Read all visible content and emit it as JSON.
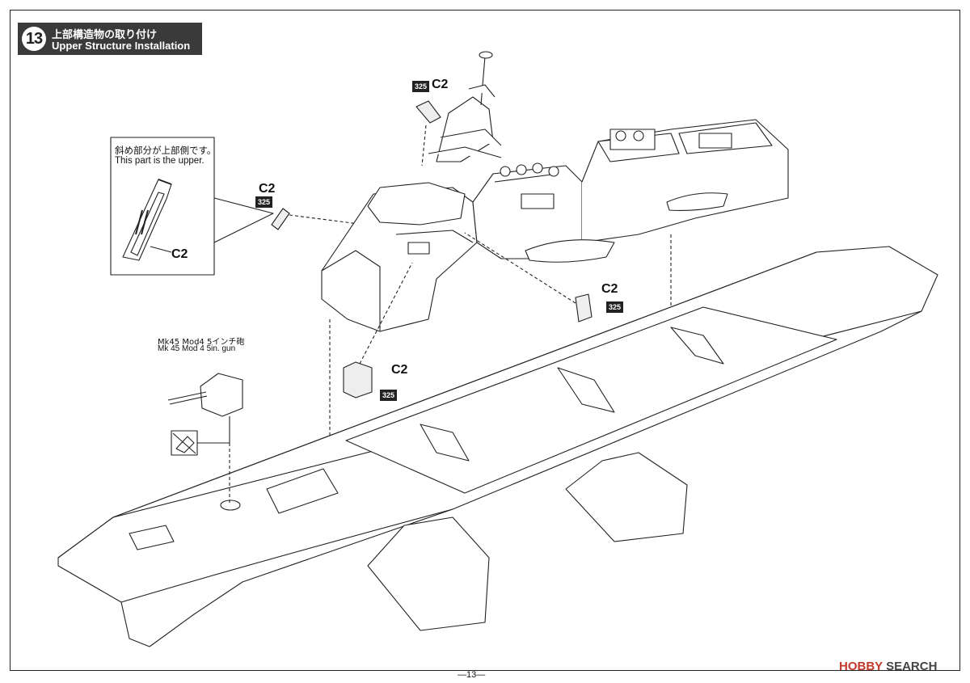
{
  "step": {
    "number": "13",
    "title_ja": "上部構造物の取り付け",
    "title_en": "Upper Structure Installation"
  },
  "callout_box": {
    "note_ja": "斜め部分が上部側です。",
    "note_en": "This part is the upper.",
    "part": "C2"
  },
  "part_labels": [
    {
      "part": "C2",
      "paint_code": "325"
    },
    {
      "part": "C2",
      "paint_code": "325"
    },
    {
      "part": "C2",
      "paint_code": "325"
    },
    {
      "part": "C2",
      "paint_code": "325"
    }
  ],
  "gun": {
    "label_ja": "Mk45 Mod4 5インチ砲",
    "label_en": "Mk 45 Mod 4 5in. gun"
  },
  "icons": {
    "no_glue": "no-glue-icon"
  },
  "footer": {
    "page_number": "—13—",
    "watermark_brand": "HOBBY",
    "watermark_suffix": "SEARCH"
  }
}
